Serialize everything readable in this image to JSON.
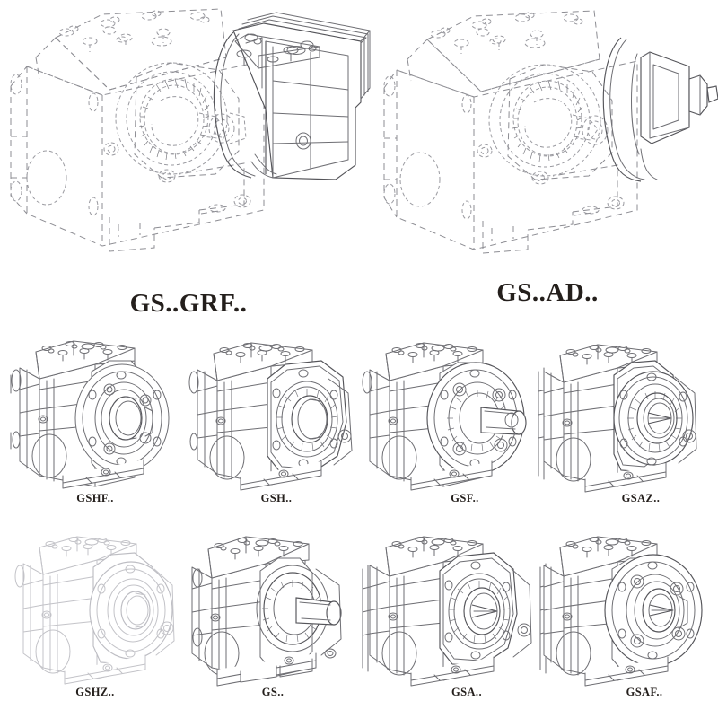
{
  "document": {
    "type": "technical-product-drawing-sheet",
    "subject": "helical worm gear unit (speed reducer) mounting variants",
    "background_color": "#ffffff",
    "line_color": "#6e6e73",
    "text_color": "#241f1c"
  },
  "headings": {
    "left": "GS..GRF..",
    "right": "GS..AD.."
  },
  "hero_drawings": [
    {
      "id": "hero-grf",
      "name": "gear-unit-with-motor-adapter-drawing",
      "series": "GS..GRF..",
      "description": "gear unit shown in dashed ghost outline with solid finned motor mounting adapter at the input side",
      "render_style": "dashed-housing-solid-adapter"
    },
    {
      "id": "hero-ad",
      "name": "gear-unit-with-input-shaft-adapter-drawing",
      "series": "GS..AD..",
      "description": "gear unit shown in dashed ghost outline with solid IEC input shaft adapter assembly",
      "render_style": "dashed-housing-solid-adapter"
    }
  ],
  "variants": [
    {
      "id": "gshf",
      "label": "GSHF..",
      "row": 1,
      "col": 1,
      "faded": false,
      "description": "hollow shaft with round output flange"
    },
    {
      "id": "gsh",
      "label": "GSH..",
      "row": 1,
      "col": 2,
      "faded": false,
      "description": "hollow shaft, foot mounted"
    },
    {
      "id": "gsf",
      "label": "GSF..",
      "row": 1,
      "col": 3,
      "faded": false,
      "description": "solid output shaft with round output flange"
    },
    {
      "id": "gsaz",
      "label": "GSAZ..",
      "row": 1,
      "col": 4,
      "faded": false,
      "description": "hollow shaft with shrink disc and flange"
    },
    {
      "id": "gshz",
      "label": "GSHZ..",
      "row": 2,
      "col": 1,
      "faded": true,
      "description": "hollow shaft with shrink disc, foot mounted"
    },
    {
      "id": "gs",
      "label": "GS..",
      "row": 2,
      "col": 2,
      "faded": false,
      "description": "solid output shaft, foot mounted"
    },
    {
      "id": "gsa",
      "label": "GSA..",
      "row": 2,
      "col": 3,
      "faded": false,
      "description": "hollow shaft with keyway, foot mounted"
    },
    {
      "id": "gsaf",
      "label": "GSAF..",
      "row": 2,
      "col": 4,
      "faded": false,
      "description": "hollow shaft with keyway and round output flange"
    }
  ]
}
